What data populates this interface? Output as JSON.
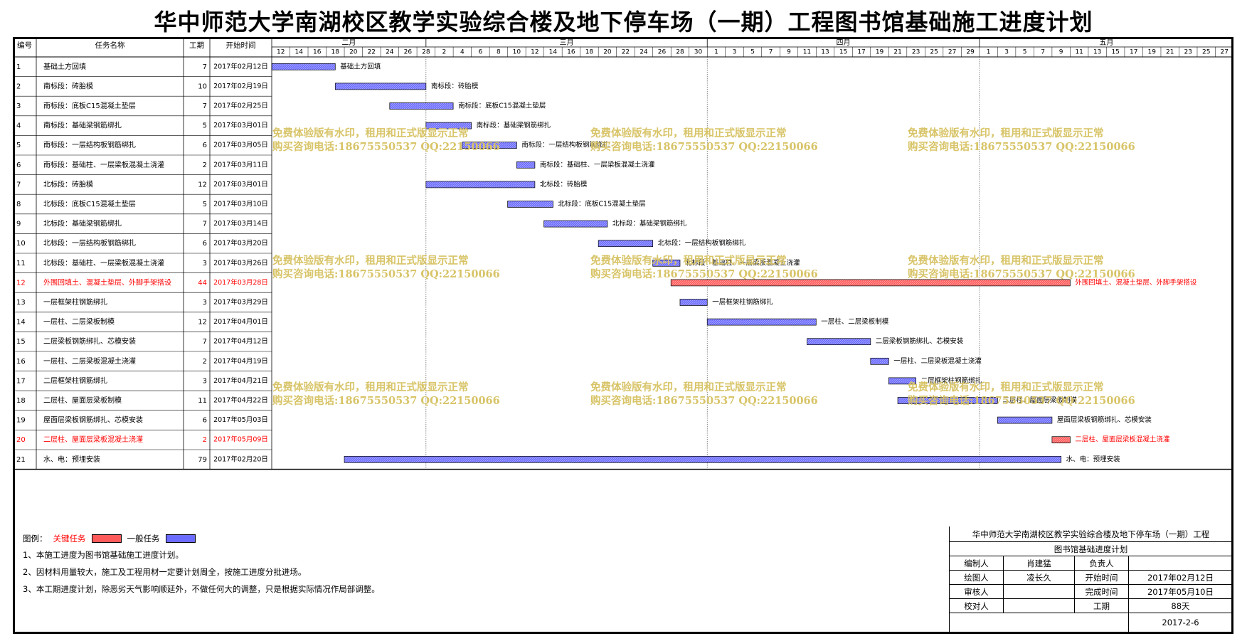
{
  "title": "华中师范大学南湖校区教学实验综合楼及地下停车场（一期）工程图书馆基础施工进度计划",
  "headers": {
    "id": "编号",
    "name": "任务名称",
    "duration": "工期",
    "start": "开始时间"
  },
  "timescale": {
    "months": [
      {
        "label": "二月",
        "start": "2017-02-12",
        "end": "2017-03-01"
      },
      {
        "label": "三月",
        "start": "2017-03-01",
        "end": "2017-04-01"
      },
      {
        "label": "四月",
        "start": "2017-04-01",
        "end": "2017-05-01"
      },
      {
        "label": "五月",
        "start": "2017-05-01",
        "end": "2017-05-29"
      }
    ],
    "day_ticks": [
      "2017-02-12",
      "2017-02-14",
      "2017-02-16",
      "2017-02-18",
      "2017-02-20",
      "2017-02-22",
      "2017-02-24",
      "2017-02-26",
      "2017-02-28",
      "2017-03-02",
      "2017-03-04",
      "2017-03-06",
      "2017-03-08",
      "2017-03-10",
      "2017-03-12",
      "2017-03-14",
      "2017-03-16",
      "2017-03-18",
      "2017-03-20",
      "2017-03-22",
      "2017-03-24",
      "2017-03-26",
      "2017-03-28",
      "2017-03-30",
      "2017-04-01",
      "2017-04-03",
      "2017-04-05",
      "2017-04-07",
      "2017-04-09",
      "2017-04-11",
      "2017-04-13",
      "2017-04-15",
      "2017-04-17",
      "2017-04-19",
      "2017-04-21",
      "2017-04-23",
      "2017-04-25",
      "2017-04-27",
      "2017-04-29",
      "2017-05-01",
      "2017-05-03",
      "2017-05-05",
      "2017-05-07",
      "2017-05-09",
      "2017-05-11",
      "2017-05-13",
      "2017-05-15",
      "2017-05-17",
      "2017-05-19",
      "2017-05-21",
      "2017-05-23",
      "2017-05-25",
      "2017-05-27"
    ],
    "range": [
      "2017-02-12",
      "2017-05-29"
    ]
  },
  "chart_data": {
    "type": "gantt",
    "tasks": [
      {
        "id": "1",
        "name": "基础土方回填",
        "duration": "7",
        "start": "2017年02月12日",
        "start_date": "2017-02-12",
        "days": 7,
        "critical": false
      },
      {
        "id": "2",
        "name": "南标段：砖胎模",
        "duration": "10",
        "start": "2017年02月19日",
        "start_date": "2017-02-19",
        "days": 10,
        "critical": false
      },
      {
        "id": "3",
        "name": "南标段：底板C15混凝土垫层",
        "duration": "7",
        "start": "2017年02月25日",
        "start_date": "2017-02-25",
        "days": 7,
        "critical": false
      },
      {
        "id": "4",
        "name": "南标段：基础梁钢筋绑扎",
        "duration": "5",
        "start": "2017年03月01日",
        "start_date": "2017-03-01",
        "days": 5,
        "critical": false
      },
      {
        "id": "5",
        "name": "南标段：一层结构板钢筋绑扎",
        "duration": "6",
        "start": "2017年03月05日",
        "start_date": "2017-03-05",
        "days": 6,
        "critical": false
      },
      {
        "id": "6",
        "name": "南标段：基础柱、一层梁板混凝土浇灌",
        "duration": "2",
        "start": "2017年03月11日",
        "start_date": "2017-03-11",
        "days": 2,
        "critical": false
      },
      {
        "id": "7",
        "name": "北标段：砖胎模",
        "duration": "12",
        "start": "2017年03月01日",
        "start_date": "2017-03-01",
        "days": 12,
        "critical": false
      },
      {
        "id": "8",
        "name": "北标段：底板C15混凝土垫层",
        "duration": "5",
        "start": "2017年03月10日",
        "start_date": "2017-03-10",
        "days": 5,
        "critical": false
      },
      {
        "id": "9",
        "name": "北标段：基础梁钢筋绑扎",
        "duration": "7",
        "start": "2017年03月14日",
        "start_date": "2017-03-14",
        "days": 7,
        "critical": false
      },
      {
        "id": "10",
        "name": "北标段：一层结构板钢筋绑扎",
        "duration": "6",
        "start": "2017年03月20日",
        "start_date": "2017-03-20",
        "days": 6,
        "critical": false
      },
      {
        "id": "11",
        "name": "北标段：基础柱、一层梁板混凝土浇灌",
        "duration": "3",
        "start": "2017年03月26日",
        "start_date": "2017-03-26",
        "days": 3,
        "critical": false
      },
      {
        "id": "12",
        "name": "外围回填土、混凝土垫层、外脚手架搭设",
        "duration": "44",
        "start": "2017年03月28日",
        "start_date": "2017-03-28",
        "days": 44,
        "critical": true
      },
      {
        "id": "13",
        "name": "一层框架柱钢筋绑扎",
        "duration": "3",
        "start": "2017年03月29日",
        "start_date": "2017-03-29",
        "days": 3,
        "critical": false
      },
      {
        "id": "14",
        "name": "一层柱、二层梁板制模",
        "duration": "12",
        "start": "2017年04月01日",
        "start_date": "2017-04-01",
        "days": 12,
        "critical": false
      },
      {
        "id": "15",
        "name": "二层梁板钢筋绑扎、芯模安装",
        "duration": "7",
        "start": "2017年04月12日",
        "start_date": "2017-04-12",
        "days": 7,
        "critical": false
      },
      {
        "id": "16",
        "name": "一层柱、二层梁板混凝土浇灌",
        "duration": "2",
        "start": "2017年04月19日",
        "start_date": "2017-04-19",
        "days": 2,
        "critical": false
      },
      {
        "id": "17",
        "name": "二层框架柱钢筋绑扎",
        "duration": "3",
        "start": "2017年04月21日",
        "start_date": "2017-04-21",
        "days": 3,
        "critical": false
      },
      {
        "id": "18",
        "name": "二层柱、屋面层梁板制模",
        "duration": "11",
        "start": "2017年04月22日",
        "start_date": "2017-04-22",
        "days": 11,
        "critical": false
      },
      {
        "id": "19",
        "name": "屋面层梁板钢筋绑扎、芯模安装",
        "duration": "6",
        "start": "2017年05月03日",
        "start_date": "2017-05-03",
        "days": 6,
        "critical": false
      },
      {
        "id": "20",
        "name": "二层柱、屋面层梁板混凝土浇灌",
        "duration": "2",
        "start": "2017年05月09日",
        "start_date": "2017-05-09",
        "days": 2,
        "critical": true
      },
      {
        "id": "21",
        "name": "水、电：预埋安装",
        "duration": "79",
        "start": "2017年02月20日",
        "start_date": "2017-02-20",
        "days": 79,
        "critical": false
      }
    ]
  },
  "colors": {
    "critical": "#ff5a5a",
    "normal": "#6b6bff",
    "critical_text": "#ff0000",
    "watermark": "#d8c468"
  },
  "watermark": {
    "line1": "免费体验版有水印，租用和正式版显示正常",
    "line2": "购买咨询电话:18675550537 QQ:22150066"
  },
  "legend": {
    "label": "图例：",
    "critical": "关键任务",
    "normal": "一般任务"
  },
  "notes": [
    "1、本施工进度为图书馆基础施工进度计划。",
    "2、因材料用量较大，施工及工程用材一定要计划周全，按施工进度分批进场。",
    "3、本工期进度计划，除恶劣天气影响顺延外，不做任何大的调整，只是根据实际情况作局部调整。"
  ],
  "signoff": {
    "project": "华中师范大学南湖校区教学实验综合楼及地下停车场（一期）工程",
    "plan_name": "图书馆基础进度计划",
    "compiler_label": "编制人",
    "compiler": "肖建猛",
    "owner_label": "负责人",
    "owner": "",
    "drawer_label": "绘图人",
    "drawer": "凌长久",
    "start_label": "开始时间",
    "start": "2017年02月12日",
    "reviewer_label": "审核人",
    "reviewer": "",
    "finish_label": "完成时间",
    "finish": "2017年05月10日",
    "checker_label": "校对人",
    "checker": "",
    "duration_label": "工期",
    "duration": "88天",
    "date": "2017-2-6"
  }
}
